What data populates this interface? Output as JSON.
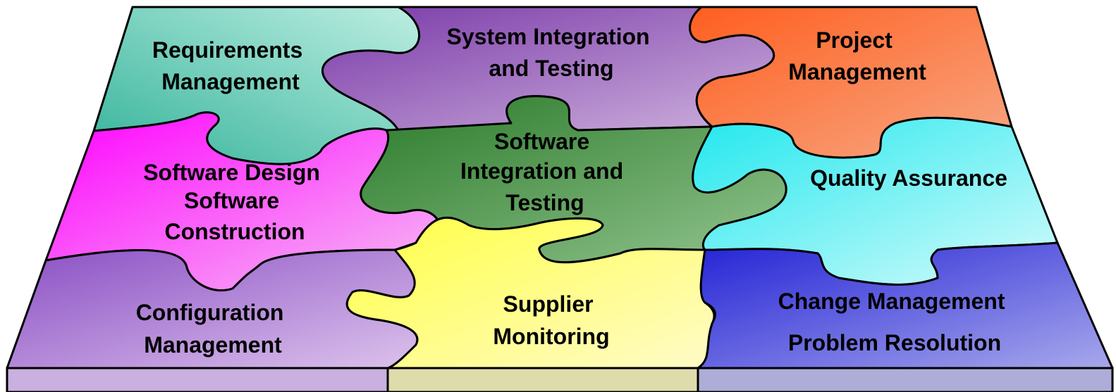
{
  "pieces": [
    {
      "id": "requirements-management",
      "lines": [
        "Requirements",
        "Management"
      ],
      "color": "#34b39a",
      "color_light": "#bdeee2"
    },
    {
      "id": "system-integration-testing",
      "lines": [
        "System Integration",
        "and Testing"
      ],
      "color": "#7a3aa8",
      "color_light": "#cdb0dd"
    },
    {
      "id": "project-management",
      "lines": [
        "Project",
        "Management"
      ],
      "color": "#ff5e1f",
      "color_light": "#f7a884"
    },
    {
      "id": "software-design-construction",
      "lines": [
        "Software Design",
        "Software",
        "Construction"
      ],
      "color": "#ff00ff",
      "color_light": "#f6c0f4"
    },
    {
      "id": "software-integration-testing",
      "lines": [
        "Software",
        "Integration and",
        "Testing"
      ],
      "color": "#2a7a2a",
      "color_light": "#92c48e"
    },
    {
      "id": "quality-assurance",
      "lines": [
        "Quality Assurance"
      ],
      "color": "#22e8ee",
      "color_light": "#d6fbfb"
    },
    {
      "id": "configuration-management",
      "lines": [
        "Configuration",
        "Management"
      ],
      "color": "#8a4fc4",
      "color_light": "#dcc2ec"
    },
    {
      "id": "supplier-monitoring",
      "lines": [
        "Supplier",
        "Monitoring"
      ],
      "color": "#ffff44",
      "color_light": "#fffbc8"
    },
    {
      "id": "change-management-problem-resolution",
      "lines": [
        "Change Management",
        "Problem Resolution"
      ],
      "color": "#2323d6",
      "color_light": "#a8a8ec"
    }
  ],
  "base_colors": [
    "#c9b0de",
    "#dedcaa",
    "#adadd8"
  ]
}
